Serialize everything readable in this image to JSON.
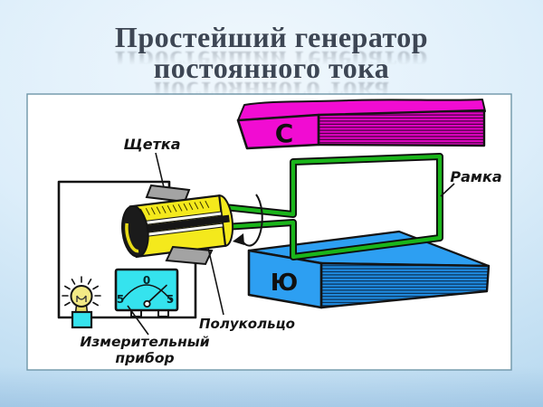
{
  "title": {
    "line1": "Простейший генератор",
    "line2": "постоянного тока"
  },
  "diagram": {
    "magnet_north_label": "С",
    "magnet_south_label": "Ю",
    "labels": {
      "brush": "Щетка",
      "frame": "Рамка",
      "half_ring": "Полукольцо",
      "meter_line1": "Измерительный",
      "meter_line2": "прибор"
    },
    "meter_scale": {
      "left": "5",
      "zero": "0",
      "right": "5"
    },
    "colors": {
      "north_magnet": "#ee04cc",
      "south_magnet": "#2d9ff2",
      "frame_wire": "#1ab51a",
      "commutator": "#f4e91c",
      "meter_body": "#35e3ee",
      "brush_gray": "#a3a3a3",
      "title_text": "#3d4654"
    }
  }
}
